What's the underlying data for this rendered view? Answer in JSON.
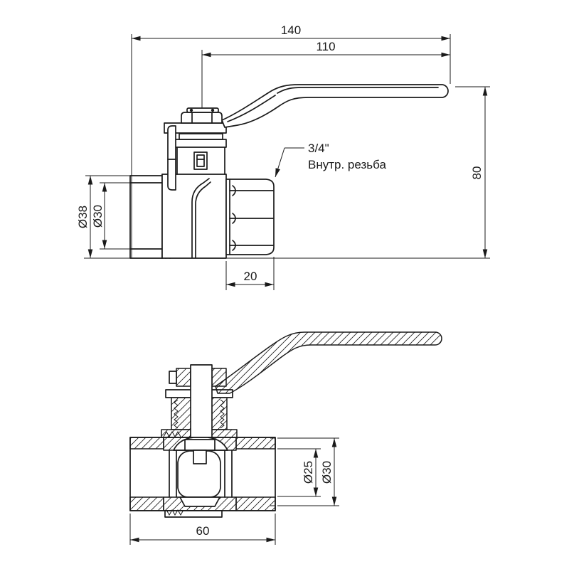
{
  "colors": {
    "line": "#1a1a1a",
    "background": "#ffffff"
  },
  "top_view": {
    "dim_total_length": "140",
    "dim_handle_length": "110",
    "dim_height": "80",
    "dim_outer_diameter": "Ø38",
    "dim_inner_diameter": "Ø30",
    "dim_thread_length": "20",
    "thread_note_size": "3/4\"",
    "thread_note_type": "Внутр. резьба"
  },
  "section_view": {
    "dim_bore_diameter": "Ø25",
    "dim_port_diameter": "Ø30",
    "dim_body_width": "60"
  }
}
